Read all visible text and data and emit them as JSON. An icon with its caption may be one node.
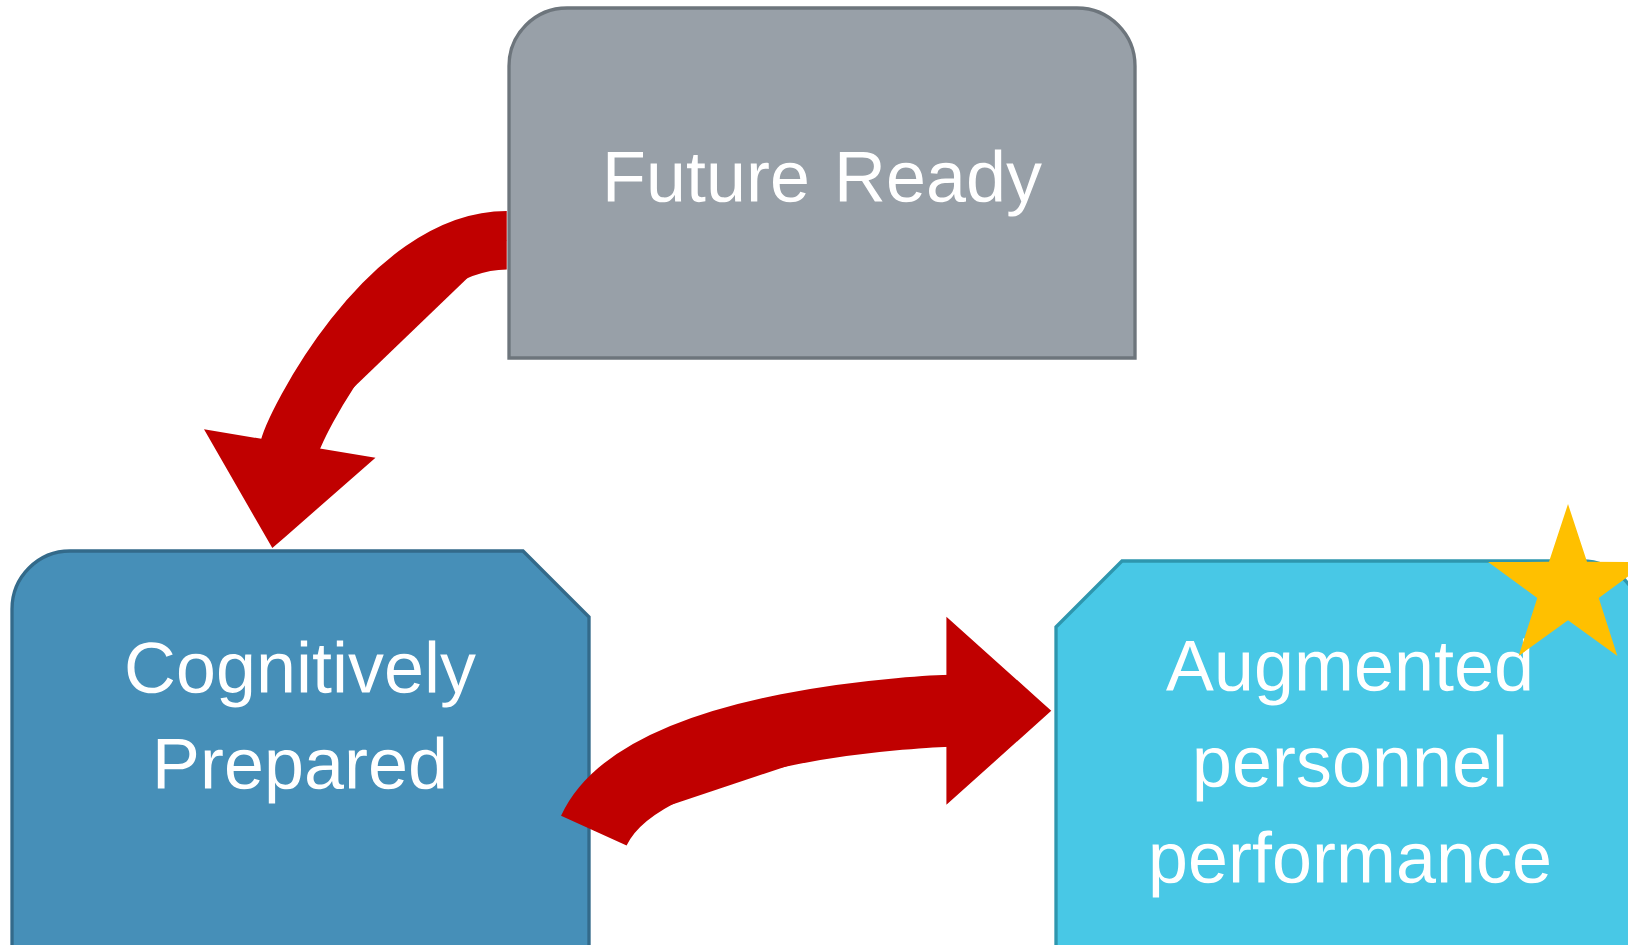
{
  "diagram": {
    "nodes": [
      {
        "text": [
          "Future Ready"
        ]
      },
      {
        "text": [
          "Cognitively Prepared"
        ]
      },
      {
        "text": [
          "Augmented personnel performance"
        ]
      }
    ],
    "edges": [
      {
        "from": 0,
        "to": 1,
        "arrow": "to"
      },
      {
        "from": 1,
        "to": 2,
        "arrow": "to"
      }
    ]
  }
}
